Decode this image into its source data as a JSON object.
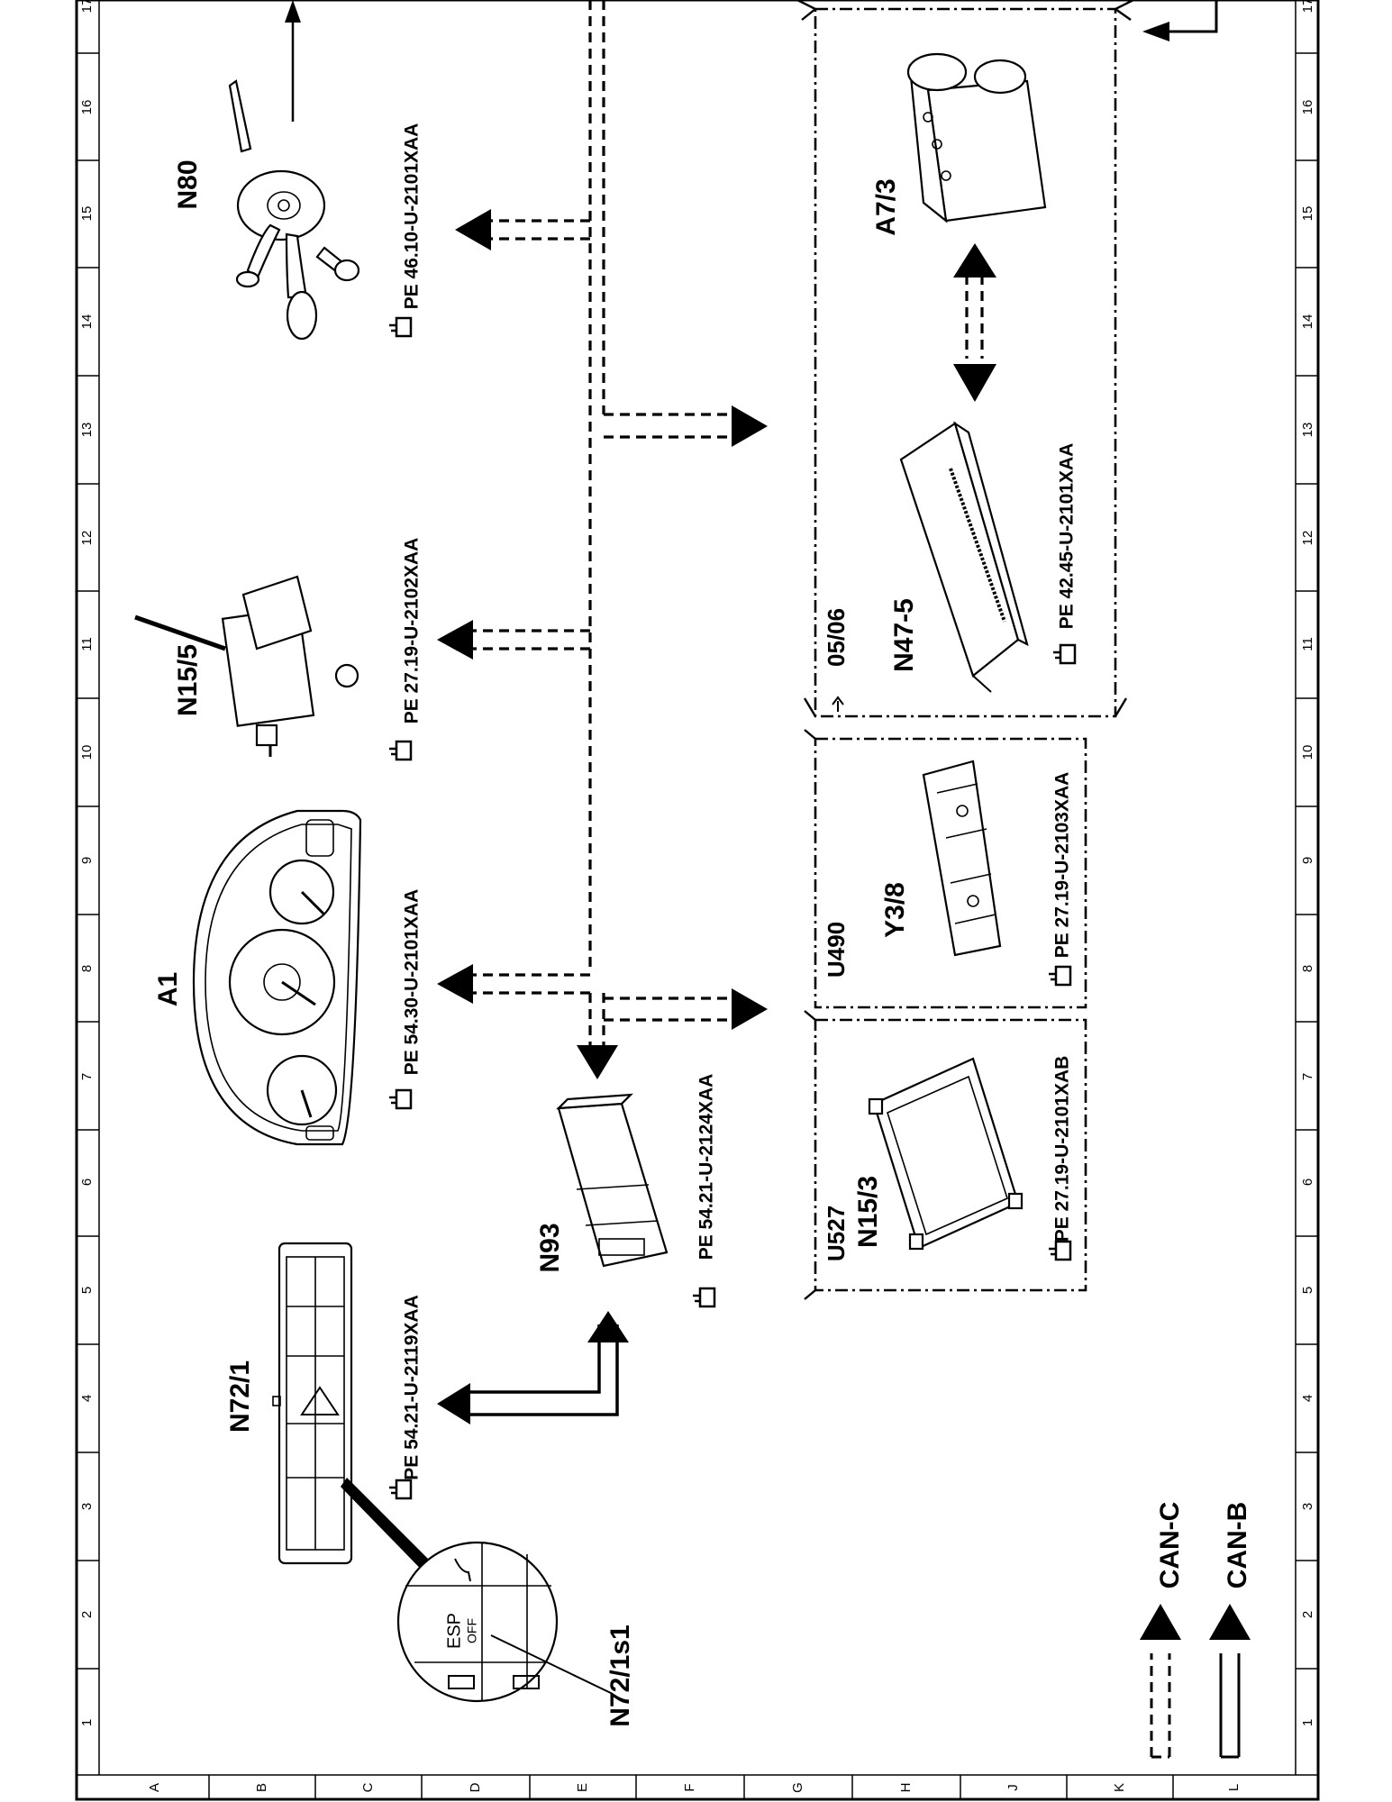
{
  "components": {
    "N80": "N80",
    "N15_5": "N15/5",
    "A1": "A1",
    "N72_1": "N72/1",
    "N72_1s1": "N72/1s1",
    "N93": "N93",
    "A7_3": "A7/3",
    "N47_5": "N47-5",
    "Y3_8": "Y3/8",
    "N15_3": "N15/3"
  },
  "references": {
    "N80": "PE 46.10-U-2101XAA",
    "N15_5": "PE 27.19-U-2102XAA",
    "A1": "PE 54.30-U-2101XAA",
    "N72_1": "PE 54.21-U-2119XAA",
    "N93": "PE 54.21-U-2124XAA",
    "N47_5": "PE 42.45-U-2101XAA",
    "Y3_8": "PE 27.19-U-2103XAA",
    "N15_3": "PE 27.19-U-2101XAB"
  },
  "groups": {
    "U527": "U527",
    "U490": "U490",
    "from_05_06": "05/06"
  },
  "legend": {
    "can_c": "CAN-C",
    "can_b": "CAN-B"
  },
  "zoom_labels": {
    "esp": "ESP",
    "off": "OFF"
  },
  "grid": {
    "numbers": [
      "1",
      "2",
      "3",
      "4",
      "5",
      "6",
      "7",
      "8",
      "9",
      "10",
      "11",
      "12",
      "13",
      "14",
      "15",
      "16",
      "17"
    ],
    "letters": [
      "A",
      "B",
      "C",
      "D",
      "E",
      "F",
      "G",
      "H",
      "J",
      "K",
      "L"
    ]
  }
}
